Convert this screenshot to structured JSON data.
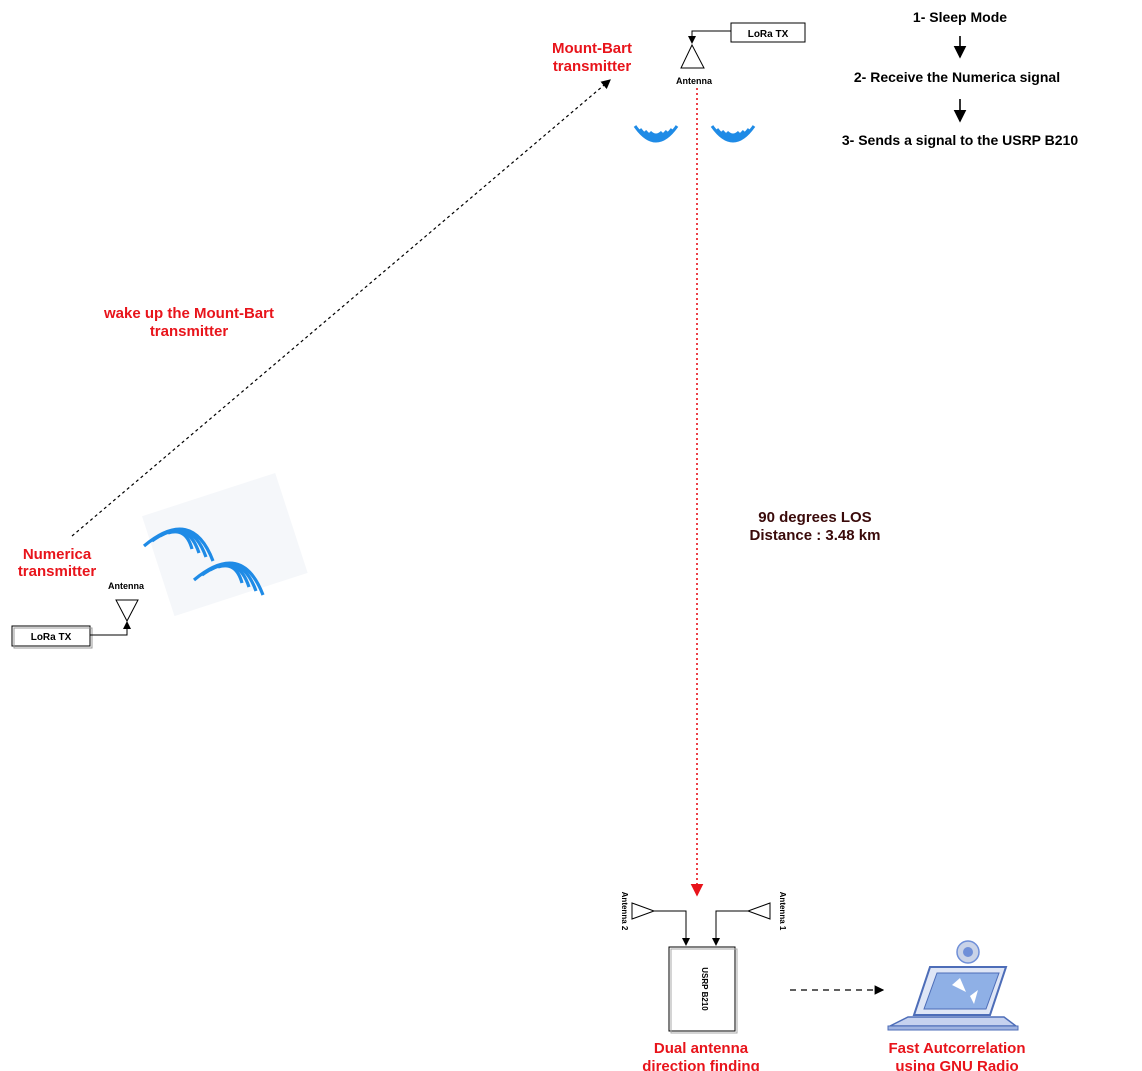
{
  "steps": {
    "step1": "1- Sleep Mode",
    "step2": "2- Receive the Numerica signal",
    "step3": "3- Sends a signal to the USRP B210"
  },
  "mount_bart": {
    "title_line1": "Mount-Bart",
    "title_line2": "transmitter",
    "lora_label": "LoRa TX",
    "antenna_label": "Antenna"
  },
  "numerica": {
    "title_line1": "Numerica",
    "title_line2": "transmitter",
    "lora_label": "LoRa TX",
    "antenna_label": "Antenna"
  },
  "wake_link": {
    "line1": "wake up the Mount-Bart",
    "line2": "transmitter"
  },
  "los_link": {
    "line1": "90 degrees LOS",
    "line2": "Distance : 3.48 km"
  },
  "receiver": {
    "usrp_label": "USRP B210",
    "antenna1_label": "Antenna 1",
    "antenna2_label": "Antenna 2",
    "caption_line1": "Dual antenna",
    "caption_line2": "direction finding"
  },
  "laptop": {
    "caption_line1": "Fast Autcorrelation",
    "caption_line2": "using GNU Radio"
  },
  "colors": {
    "accent_red": "#e8141b",
    "signal_blue": "#1f8be6",
    "los_text": "#3a0a0a",
    "laptop_blue": "#6f8fd8"
  }
}
